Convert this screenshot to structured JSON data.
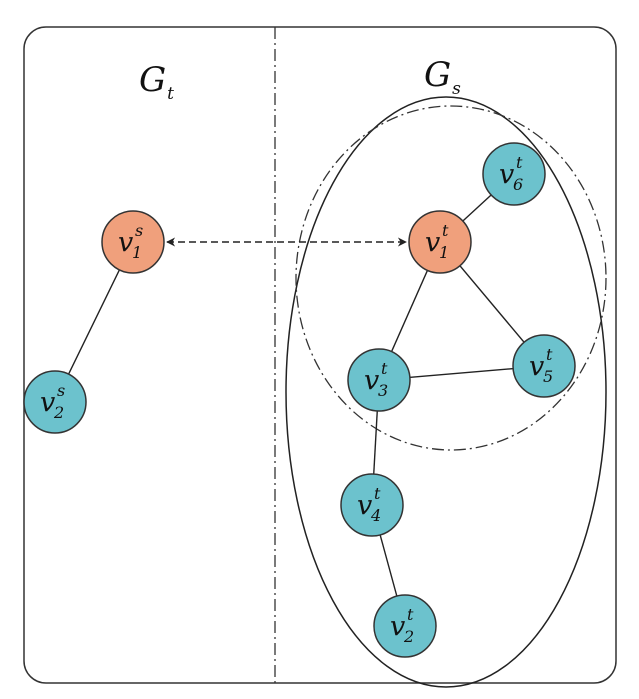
{
  "colors": {
    "orange": "#f0a07c",
    "blue": "#6cc2cd",
    "stroke": "#222222"
  },
  "panels": {
    "left_label": {
      "main": "G",
      "sub": "t"
    },
    "right_label": {
      "main": "G",
      "sub": "s"
    }
  },
  "nodes": [
    {
      "id": "vs1",
      "main": "v",
      "sup": "s",
      "sub": "1",
      "color": "orange"
    },
    {
      "id": "vs2",
      "main": "v",
      "sup": "s",
      "sub": "2",
      "color": "blue"
    },
    {
      "id": "vt1",
      "main": "v",
      "sup": "t",
      "sub": "1",
      "color": "orange"
    },
    {
      "id": "vt6",
      "main": "v",
      "sup": "t",
      "sub": "6",
      "color": "blue"
    },
    {
      "id": "vt3",
      "main": "v",
      "sup": "t",
      "sub": "3",
      "color": "blue"
    },
    {
      "id": "vt5",
      "main": "v",
      "sup": "t",
      "sub": "5",
      "color": "blue"
    },
    {
      "id": "vt4",
      "main": "v",
      "sup": "t",
      "sub": "4",
      "color": "blue"
    },
    {
      "id": "vt2",
      "main": "v",
      "sup": "t",
      "sub": "2",
      "color": "blue"
    }
  ],
  "edges": [
    [
      "vs1",
      "vs2"
    ],
    [
      "vt1",
      "vt6"
    ],
    [
      "vt1",
      "vt3"
    ],
    [
      "vt1",
      "vt5"
    ],
    [
      "vt3",
      "vt5"
    ],
    [
      "vt3",
      "vt4"
    ],
    [
      "vt4",
      "vt2"
    ]
  ],
  "correspondence": [
    "vs1",
    "vt1"
  ]
}
